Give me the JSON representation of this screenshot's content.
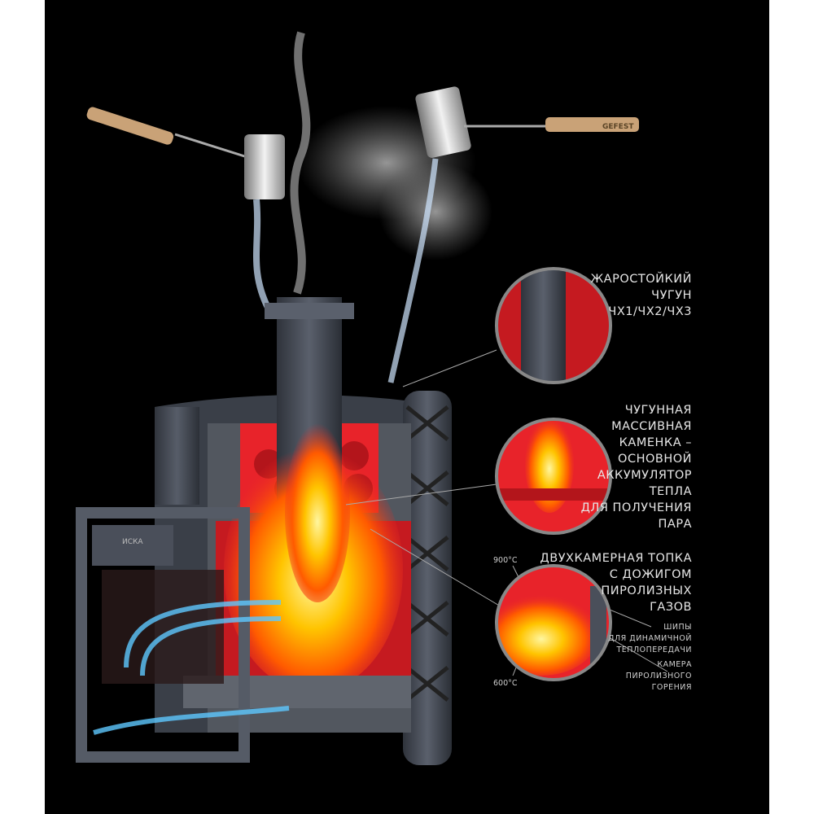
{
  "callouts": [
    {
      "lines": [
        "Жаростойкий",
        "чугун",
        "ЧХ1/ЧХ2/ЧХ3"
      ]
    },
    {
      "lines": [
        "Чугунная",
        "массивная",
        "каменка –",
        "основной",
        "аккумулятор",
        "тепла",
        "для получения",
        "пара"
      ]
    },
    {
      "lines": [
        "Двухкамерная топка",
        "с дожигом",
        "пиролизных",
        "газов"
      ]
    }
  ],
  "sub_callouts": [
    {
      "lines": [
        "Шипы",
        "для динамичной",
        "теплопередачи"
      ]
    },
    {
      "lines": [
        "Камера",
        "пиролизного",
        "горения"
      ]
    }
  ],
  "temperatures": {
    "top": "900°C",
    "bottom": "600°C"
  },
  "ladle_brand": "GEFEST",
  "door_badge": "ИСКА",
  "colors": {
    "background": "#000000",
    "flame": "#ff6a00",
    "red_zone": "#e8232a",
    "iron": "#4a4f5a",
    "air": "#5ec8ff"
  }
}
